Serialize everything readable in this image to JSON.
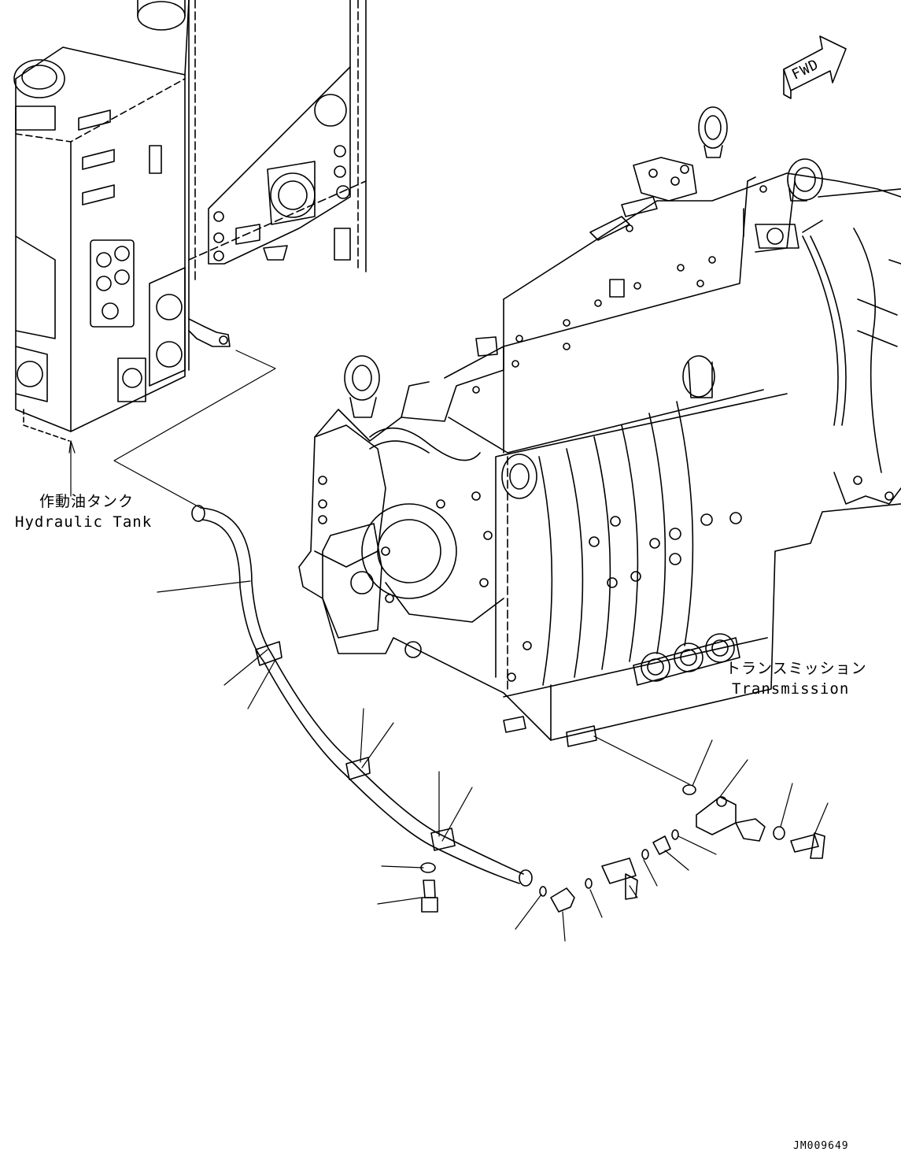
{
  "labels": {
    "tank_jp": "作動油タンク",
    "tank_en": "Hydraulic Tank",
    "trans_jp": "トランスミッション",
    "trans_en": "Transmission",
    "fwd": "FWD"
  },
  "drawing_code": "JM009649",
  "colors": {
    "line": "#000000",
    "background": "#ffffff"
  }
}
